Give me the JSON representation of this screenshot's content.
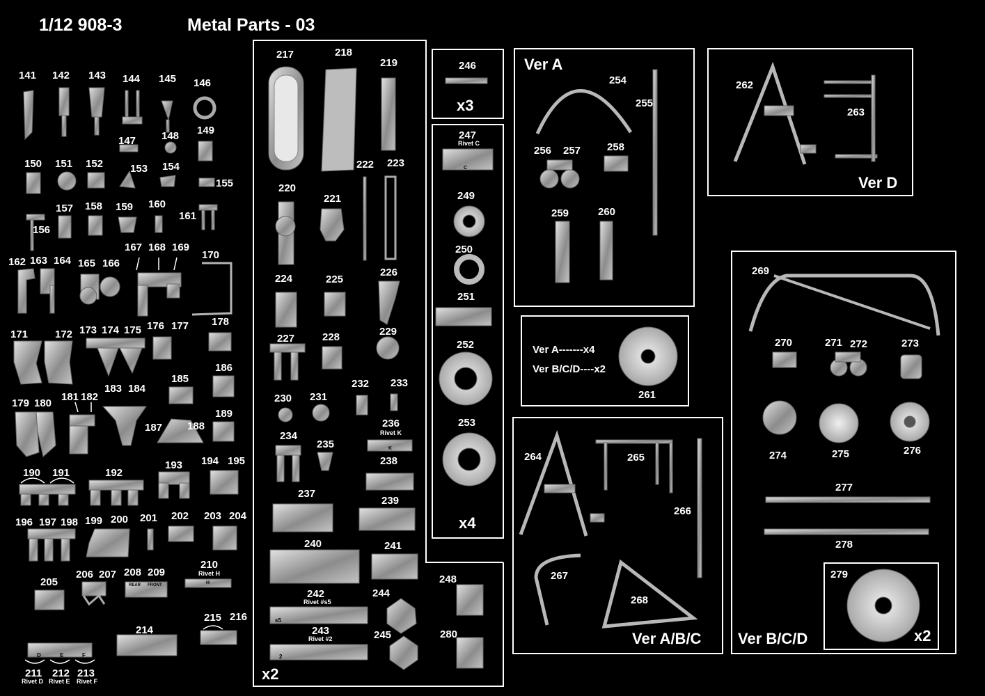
{
  "header": {
    "scale": "1/12 908-3",
    "title": "Metal Parts - 03"
  },
  "labels": {
    "p141": "141",
    "p142": "142",
    "p143": "143",
    "p144": "144",
    "p145": "145",
    "p146": "146",
    "p147": "147",
    "p148": "148",
    "p149": "149",
    "p150": "150",
    "p151": "151",
    "p152": "152",
    "p153": "153",
    "p154": "154",
    "p155": "155",
    "p156": "156",
    "p157": "157",
    "p158": "158",
    "p159": "159",
    "p160": "160",
    "p161": "161",
    "p162": "162",
    "p163": "163",
    "p164": "164",
    "p165": "165",
    "p166": "166",
    "p167": "167",
    "p168": "168",
    "p169": "169",
    "p170": "170",
    "p171": "171",
    "p172": "172",
    "p173": "173",
    "p174": "174",
    "p175": "175",
    "p176": "176",
    "p177": "177",
    "p178": "178",
    "p179": "179",
    "p180": "180",
    "p181": "181",
    "p182": "182",
    "p183": "183",
    "p184": "184",
    "p185": "185",
    "p186": "186",
    "p187": "187",
    "p188": "188",
    "p189": "189",
    "p190": "190",
    "p191": "191",
    "p192": "192",
    "p193": "193",
    "p194": "194",
    "p195": "195",
    "p196": "196",
    "p197": "197",
    "p198": "198",
    "p199": "199",
    "p200": "200",
    "p201": "201",
    "p202": "202",
    "p203": "203",
    "p204": "204",
    "p205": "205",
    "p206": "206",
    "p207": "207",
    "p208": "208",
    "p209": "209",
    "p210": "210",
    "p211": "211",
    "p212": "212",
    "p213": "213",
    "p214": "214",
    "p215": "215",
    "p216": "216",
    "p217": "217",
    "p218": "218",
    "p219": "219",
    "p220": "220",
    "p221": "221",
    "p222": "222",
    "p223": "223",
    "p224": "224",
    "p225": "225",
    "p226": "226",
    "p227": "227",
    "p228": "228",
    "p229": "229",
    "p230": "230",
    "p231": "231",
    "p232": "232",
    "p233": "233",
    "p234": "234",
    "p235": "235",
    "p236": "236",
    "p237": "237",
    "p238": "238",
    "p239": "239",
    "p240": "240",
    "p241": "241",
    "p242": "242",
    "p243": "243",
    "p244": "244",
    "p245": "245",
    "p246": "246",
    "p247": "247",
    "p248": "248",
    "p249": "249",
    "p250": "250",
    "p251": "251",
    "p252": "252",
    "p253": "253",
    "p254": "254",
    "p255": "255",
    "p256": "256",
    "p257": "257",
    "p258": "258",
    "p259": "259",
    "p260": "260",
    "p261": "261",
    "p262": "262",
    "p263": "263",
    "p264": "264",
    "p265": "265",
    "p266": "266",
    "p267": "267",
    "p268": "268",
    "p269": "269",
    "p270": "270",
    "p271": "271",
    "p272": "272",
    "p273": "273",
    "p274": "274",
    "p275": "275",
    "p276": "276",
    "p277": "277",
    "p278": "278",
    "p279": "279",
    "p280": "280"
  },
  "sublabels": {
    "rivet_h": "Rivet H",
    "rivet_k": "Rivet K",
    "rivet_c": "Rivet C",
    "rivet_s5": "Rivet #s5",
    "rivet_2": "Rivet #2",
    "rivet_d": "Rivet D",
    "rivet_e": "Rivet E",
    "rivet_f": "Rivet F"
  },
  "boxes": {
    "ver_a": "Ver A",
    "ver_d": "Ver D",
    "ver_abc": "Ver A/B/C",
    "ver_bcd": "Ver B/C/D",
    "x2_mid": "x2",
    "x3": "x3",
    "x4": "x4",
    "x2_wheel": "x2"
  },
  "notes": {
    "line1": "Ver A-------x4",
    "line2": "Ver B/C/D----x2"
  },
  "sprue_marks": {
    "s5": "s5",
    "n2": "2",
    "d": "D",
    "e": "E",
    "f": "F",
    "c": "C",
    "k": "K",
    "h": "H",
    "rear": "REAR",
    "front": "FRONT"
  }
}
